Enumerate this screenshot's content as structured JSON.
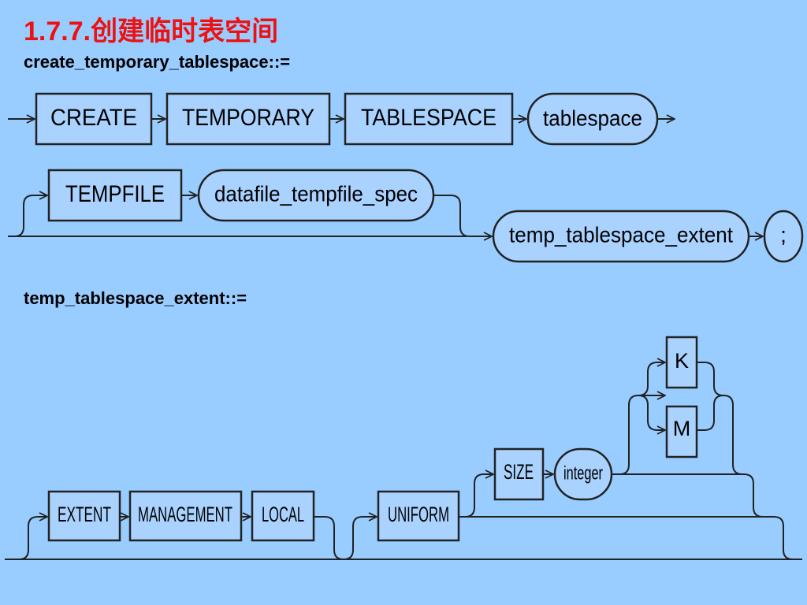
{
  "slide": {
    "title": "1.7.7.创建临时表空间",
    "rule1_label": "create_temporary_tablespace::=",
    "rule2_label": "temp_tablespace_extent::="
  },
  "diagram1": {
    "create": "CREATE",
    "temporary": "TEMPORARY",
    "tablespace_kw": "TABLESPACE",
    "tablespace_nt": "tablespace",
    "tempfile": "TEMPFILE",
    "datafile_spec": "datafile_tempfile_spec",
    "extent_clause": "temp_tablespace_extent",
    "terminator": ";"
  },
  "diagram2": {
    "extent": "EXTENT",
    "management": "MANAGEMENT",
    "local": "LOCAL",
    "uniform": "UNIFORM",
    "size": "SIZE",
    "integer": "integer",
    "k": "K",
    "m": "M"
  },
  "colors": {
    "background": "#99ccff",
    "title": "#ee1111",
    "box_fill": "#a9d2ff",
    "line": "#222222"
  }
}
